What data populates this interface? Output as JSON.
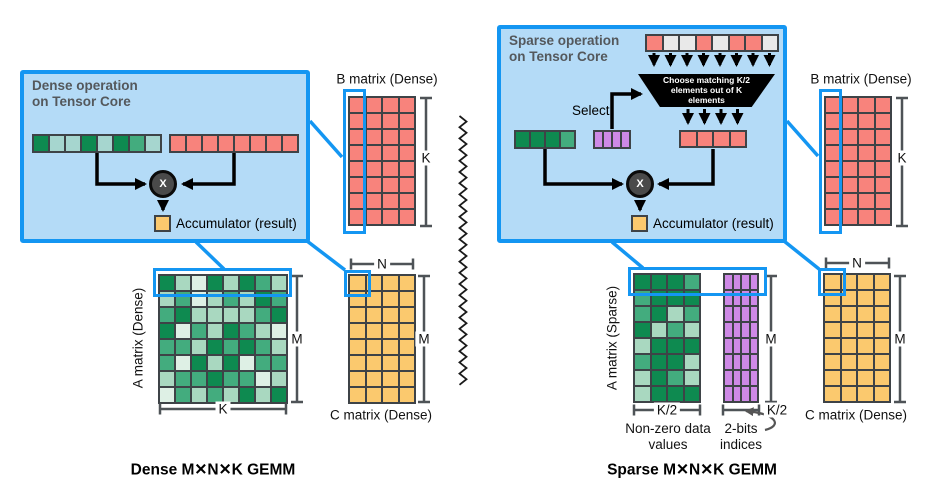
{
  "palette": {
    "d": "#0e8a50",
    "m": "#43ac7e",
    "l": "#a9d8c0",
    "x": "#def0e5",
    "t": "#a6d6cf",
    "r": "#f8837c",
    "g": "#e9e9e9",
    "y": "#fbc96e",
    "p": "#ce89e6"
  },
  "dense": {
    "title_line1": "Dense operation",
    "title_line2": "on Tensor Core",
    "vector_a": {
      "cells": [
        [
          "d",
          "t",
          "t",
          "d",
          "t",
          "d",
          "m",
          "t"
        ]
      ]
    },
    "vector_b": {
      "cells": [
        [
          "r",
          "r",
          "r",
          "r",
          "r",
          "r",
          "r",
          "r"
        ]
      ]
    },
    "multiply": "X",
    "accumulator_label": "Accumulator (result)",
    "b_matrix": {
      "label": "B matrix (Dense)",
      "fill": "r",
      "rows": 8,
      "cols": 4,
      "dim_right": "K"
    },
    "a_matrix": {
      "label": "A matrix (Dense)",
      "dim_right": "M",
      "dim_bottom": "K",
      "cells": [
        [
          "d",
          "l",
          "x",
          "d",
          "l",
          "d",
          "m",
          "l"
        ],
        [
          "l",
          "m",
          "x",
          "l",
          "m",
          "l",
          "d",
          "m"
        ],
        [
          "m",
          "d",
          "l",
          "l",
          "l",
          "l",
          "m",
          "d"
        ],
        [
          "d",
          "x",
          "m",
          "l",
          "d",
          "m",
          "l",
          "x"
        ],
        [
          "m",
          "m",
          "l",
          "d",
          "m",
          "d",
          "m",
          "l"
        ],
        [
          "m",
          "x",
          "d",
          "l",
          "d",
          "x",
          "m",
          "m"
        ],
        [
          "l",
          "m",
          "m",
          "d",
          "m",
          "m",
          "x",
          "l"
        ],
        [
          "x",
          "m",
          "l",
          "m",
          "l",
          "d",
          "l",
          "d"
        ]
      ]
    },
    "c_matrix": {
      "label": "C matrix (Dense)",
      "fill": "y",
      "rows": 8,
      "cols": 4,
      "dim_top": "N",
      "dim_right": "M"
    },
    "caption": "Dense M✕N✕K GEMM"
  },
  "sparse": {
    "title_line1": "Sparse operation",
    "title_line2": "on Tensor Core",
    "input_vector": {
      "cells": [
        [
          "r",
          "g",
          "g",
          "r",
          "g",
          "r",
          "r",
          "g"
        ]
      ]
    },
    "funnel_line1": "Choose matching K/2",
    "funnel_line2": "elements out of K",
    "funnel_line3": "elements",
    "select_label": "Select",
    "vector_a": {
      "cells": [
        [
          "d",
          "d",
          "d",
          "m"
        ]
      ]
    },
    "indices_vector": {
      "cells": [
        [
          "p",
          "p",
          "p",
          "p"
        ]
      ]
    },
    "result_vector": {
      "cells": [
        [
          "r",
          "r",
          "r",
          "r"
        ]
      ]
    },
    "multiply": "X",
    "accumulator_label": "Accumulator (result)",
    "b_matrix": {
      "label": "B matrix (Dense)",
      "fill": "r",
      "rows": 8,
      "cols": 4,
      "dim_right": "K"
    },
    "a_matrix": {
      "label": "A matrix (Sparse)",
      "dim_bottom": "K/2",
      "cells": [
        [
          "d",
          "d",
          "d",
          "m"
        ],
        [
          "m",
          "d",
          "d",
          "d"
        ],
        [
          "m",
          "d",
          "l",
          "m"
        ],
        [
          "d",
          "l",
          "m",
          "l"
        ],
        [
          "l",
          "d",
          "d",
          "d"
        ],
        [
          "m",
          "d",
          "d",
          "l"
        ],
        [
          "l",
          "d",
          "m",
          "l"
        ],
        [
          "l",
          "d",
          "d",
          "d"
        ]
      ]
    },
    "indices_matrix": {
      "fill": "p",
      "rows": 8,
      "cols": 4,
      "dim_bottom": "K/2",
      "dim_right": "M"
    },
    "nonzero_label_line1": "Non-zero data",
    "nonzero_label_line2": "values",
    "indices_label_line1": "2-bits",
    "indices_label_line2": "indices",
    "c_matrix": {
      "label": "C matrix (Dense)",
      "fill": "y",
      "rows": 8,
      "cols": 4,
      "dim_top": "N",
      "dim_right": "M"
    },
    "caption": "Sparse M✕N✕K GEMM"
  }
}
